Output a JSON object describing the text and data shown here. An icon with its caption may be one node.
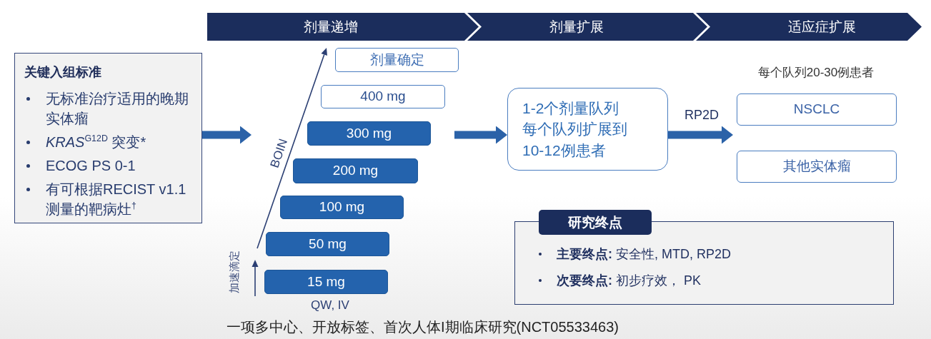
{
  "diagram": {
    "nodes": [
      {
        "text": [
          "剂量递增"
        ]
      },
      {
        "text": [
          "剂量扩展"
        ]
      },
      {
        "text": [
          "适应症扩展"
        ]
      },
      {
        "text": [
          "关键入组标准",
          "无标准治疗适用的晚期实体瘤",
          "*KRAS*$^{G12D}$ 突变*",
          "ECOG PS 0-1",
          "有可根据RECIST v1.1测量的靶病灶$^{†}$"
        ]
      },
      {
        "text": [
          "剂量确定"
        ]
      },
      {
        "text": [
          "400 mg"
        ]
      },
      {
        "text": [
          "300 mg"
        ]
      },
      {
        "text": [
          "200 mg"
        ]
      },
      {
        "text": [
          "100 mg"
        ]
      },
      {
        "text": [
          "50 mg"
        ]
      },
      {
        "text": [
          "15 mg"
        ]
      },
      {
        "text": [
          "1-2个剂量队列每个队列扩展到10-12例患者"
        ]
      },
      {
        "text": [
          "NSCLC"
        ]
      },
      {
        "text": [
          "其他实体瘤"
        ]
      },
      {
        "text": [
          "研究终点",
          "**主要终点:** 安全性, MTD, RP2D",
          "**次要终点:** 初步疗效， PK"
        ]
      }
    ],
    "edges": [
      {
        "from": 3,
        "to": null,
        "arrow": "to"
      },
      {
        "from": null,
        "to": 11,
        "arrow": "to"
      },
      {
        "from": 11,
        "to": 12,
        "arrow": "to",
        "label": "RP2D"
      },
      {
        "from": 11,
        "to": 13,
        "arrow": "to"
      }
    ],
    "labels": [
      "BOIN",
      "加速滴定",
      "QW, IV",
      "每个队列20-30例患者"
    ],
    "caption": "一项多中心、开放标签、首次人体I期临床研究(NCT05533463)"
  }
}
